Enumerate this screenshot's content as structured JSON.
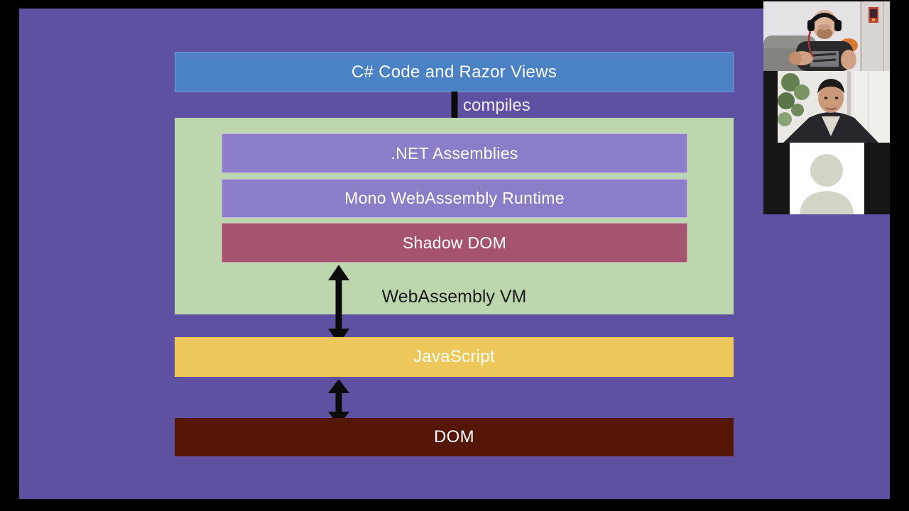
{
  "screen": {
    "background": "#000000"
  },
  "slide": {
    "background": "#5e51a2",
    "nodes": {
      "csharp_razor": {
        "label": "C# Code and Razor Views",
        "color": "#4b81c5",
        "text_color": "#ffffff"
      },
      "dotnet_assemblies": {
        "label": ".NET Assemblies",
        "color": "#8b7dc8",
        "text_color": "#ffffff"
      },
      "mono_runtime": {
        "label": "Mono WebAssembly Runtime",
        "color": "#8b7dc8",
        "text_color": "#ffffff"
      },
      "shadow_dom": {
        "label": "Shadow DOM",
        "color": "#a5536f",
        "text_color": "#ffffff"
      },
      "wasm_vm": {
        "label": "WebAssembly VM",
        "color": "#bed6ae",
        "text_color": "#1c1c1c"
      },
      "javascript": {
        "label": "JavaScript",
        "color": "#eec75a",
        "text_color": "#ffffff"
      },
      "dom": {
        "label": "DOM",
        "color": "#551605",
        "text_color": "#ffffff"
      }
    },
    "edges": [
      {
        "from": "csharp_razor",
        "to": "dotnet_assemblies",
        "label": "compiles",
        "direction": "down"
      },
      {
        "from": "wasm_vm",
        "to": "javascript",
        "label": "",
        "direction": "both"
      },
      {
        "from": "javascript",
        "to": "dom",
        "label": "",
        "direction": "both"
      }
    ],
    "arrow_color": "#0b0b0b"
  },
  "video_panel": {
    "tiles": [
      {
        "id": "tile-1",
        "kind": "camera-on",
        "description": "bald man with beard and black headphones, dark t-shirt, gray couch, white room"
      },
      {
        "id": "tile-2",
        "kind": "camera-on",
        "description": "man with dark hair in dark blazer and light shirt, bright office with plants"
      },
      {
        "id": "tile-3",
        "kind": "avatar-placeholder",
        "description": "gray person silhouette on white card",
        "silhouette_color": "#d2d5c8",
        "card_color": "#ffffff"
      }
    ]
  }
}
